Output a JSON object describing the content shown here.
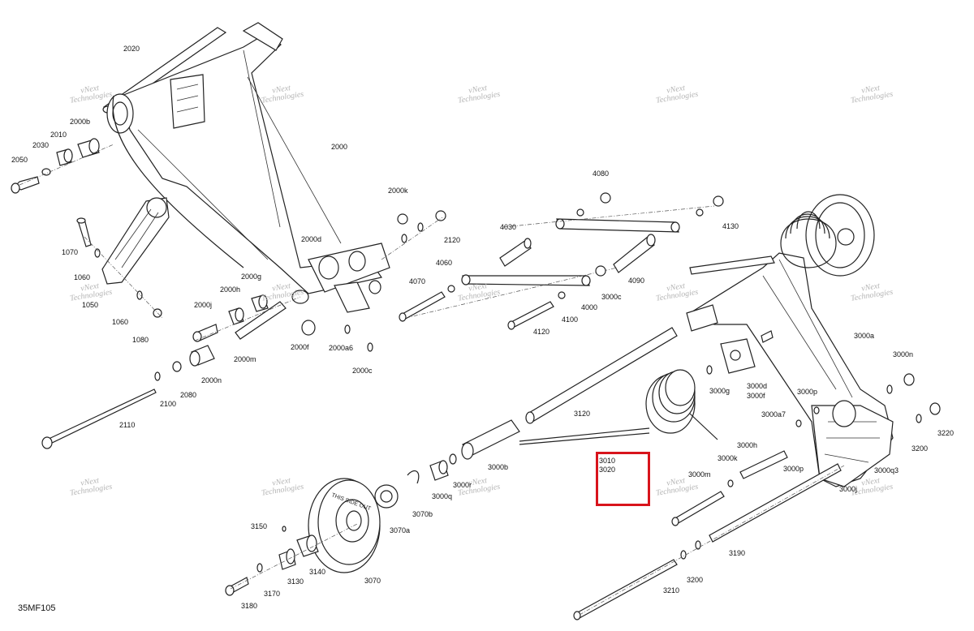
{
  "diagram": {
    "code": "35MF105",
    "watermark": {
      "line1": "vNext",
      "line2": "Technologies"
    },
    "highlight": {
      "color": "#d8141c",
      "labels": [
        "3010",
        "3020"
      ]
    },
    "part_labels": [
      "2020",
      "2000b",
      "2010",
      "2030",
      "2050",
      "2000",
      "2000k",
      "2120",
      "1070",
      "1060",
      "1050",
      "1060",
      "1080",
      "2000d",
      "2000g",
      "2000h",
      "2000j",
      "2000m",
      "2000f",
      "2000a6",
      "2000c",
      "2000n",
      "2080",
      "2100",
      "2110",
      "4080",
      "4030",
      "4130",
      "4060",
      "4070",
      "4090",
      "3000c",
      "4000",
      "4100",
      "4120",
      "3000a",
      "3000n",
      "3000d",
      "3000f",
      "3000g",
      "3000p",
      "3000a7",
      "3220",
      "3200",
      "3000q3",
      "3000p",
      "3000j",
      "3000h",
      "3000k",
      "3000m",
      "3120",
      "3000b",
      "3000r",
      "3000q",
      "3070b",
      "3070a",
      "3150",
      "3140",
      "3130",
      "3070",
      "3170",
      "3180",
      "3190",
      "3200",
      "3210"
    ]
  }
}
